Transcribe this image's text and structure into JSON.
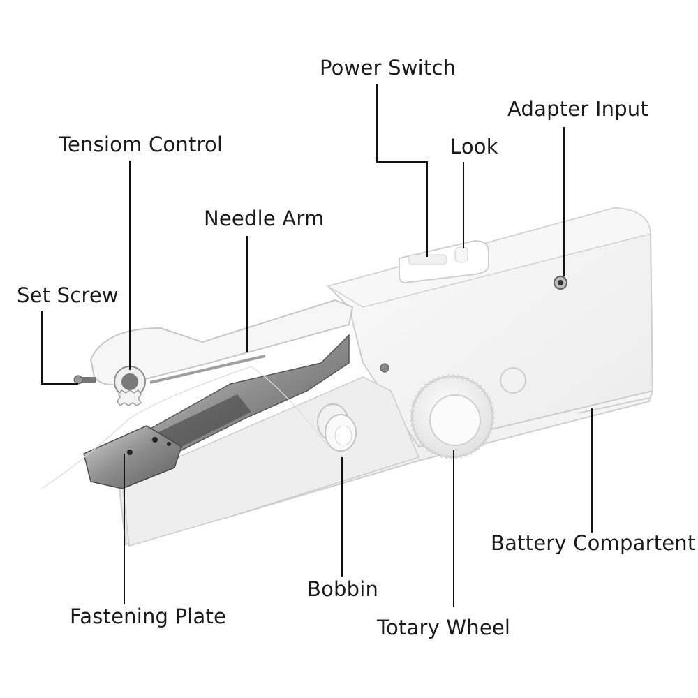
{
  "labels": {
    "power_switch": "Power Switch",
    "adapter_input": "Adapter Input",
    "look": "Look",
    "tension_control": "Tensiom Control",
    "needle_arm": "Needle Arm",
    "set_screw": "Set Screw",
    "battery_compartment": "Battery Compartent",
    "bobbin": "Bobbin",
    "fastening_plate": "Fastening Plate",
    "rotary_wheel": "Totary Wheel"
  },
  "colors": {
    "body": "#f4f4f4",
    "outline": "#c9c9c9",
    "metal": "#9a9a9a",
    "leader": "#111111"
  }
}
